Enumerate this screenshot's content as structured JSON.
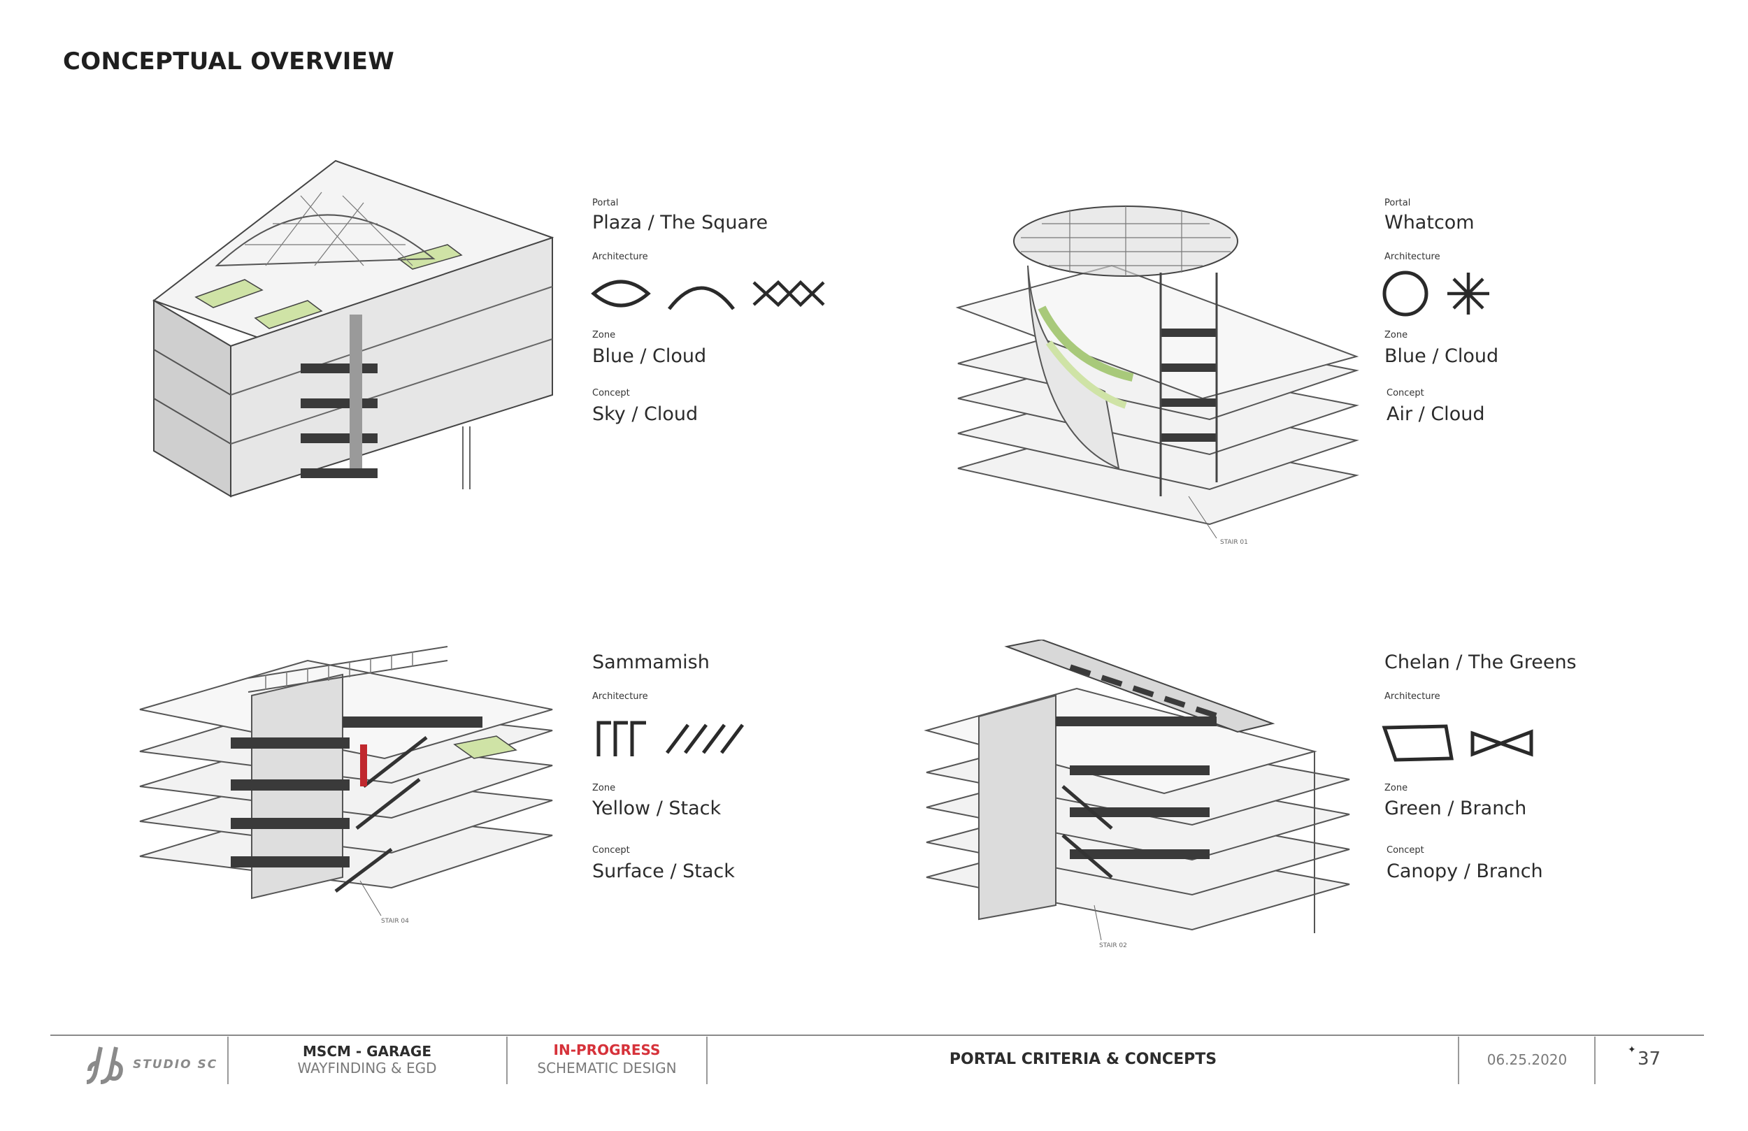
{
  "page": {
    "title": "CONCEPTUAL OVERVIEW"
  },
  "panels": [
    {
      "portal_label": "Portal",
      "portal_name": "Plaza / The Square",
      "architecture_label": "Architecture",
      "icons": [
        "lens-shape-icon",
        "arc-shape-icon",
        "zigzag-lattice-icon"
      ],
      "zone_label": "Zone",
      "zone_value": "Blue / Cloud",
      "concept_label": "Concept",
      "concept_value": "Sky / Cloud"
    },
    {
      "portal_label": "Portal",
      "portal_name": "Whatcom",
      "architecture_label": "Architecture",
      "icons": [
        "circle-shape-icon",
        "asterisk-shape-icon"
      ],
      "zone_label": "Zone",
      "zone_value": "Blue / Cloud",
      "concept_label": "Concept",
      "concept_value": "Air / Cloud",
      "drawing_callout": "STAIR 01"
    },
    {
      "portal_name": "Sammamish",
      "architecture_label": "Architecture",
      "icons": [
        "triple-bracket-icon",
        "diagonal-lines-icon"
      ],
      "zone_label": "Zone",
      "zone_value": "Yellow / Stack",
      "concept_label": "Concept",
      "concept_value": "Surface / Stack",
      "drawing_callout": "STAIR 04"
    },
    {
      "portal_name": "Chelan / The Greens",
      "architecture_label": "Architecture",
      "icons": [
        "parallelogram-shape-icon",
        "bowtie-shape-icon"
      ],
      "zone_label": "Zone",
      "zone_value": "Green / Branch",
      "concept_label": "Concept",
      "concept_value": "Canopy / Branch",
      "drawing_callout": "STAIR 02"
    }
  ],
  "footer": {
    "logo_text": "STUDIO SC",
    "project_title": "MSCM - GARAGE",
    "project_subtitle": "WAYFINDING & EGD",
    "status_title": "IN-PROGRESS",
    "status_subtitle": "SCHEMATIC DESIGN",
    "section_title": "PORTAL CRITERIA & CONCEPTS",
    "date": "06.25.2020",
    "page_number": "37"
  },
  "colors": {
    "accent_red": "#d6323a",
    "green_fill": "#cfe3a6",
    "ink": "#2a2a2a"
  }
}
